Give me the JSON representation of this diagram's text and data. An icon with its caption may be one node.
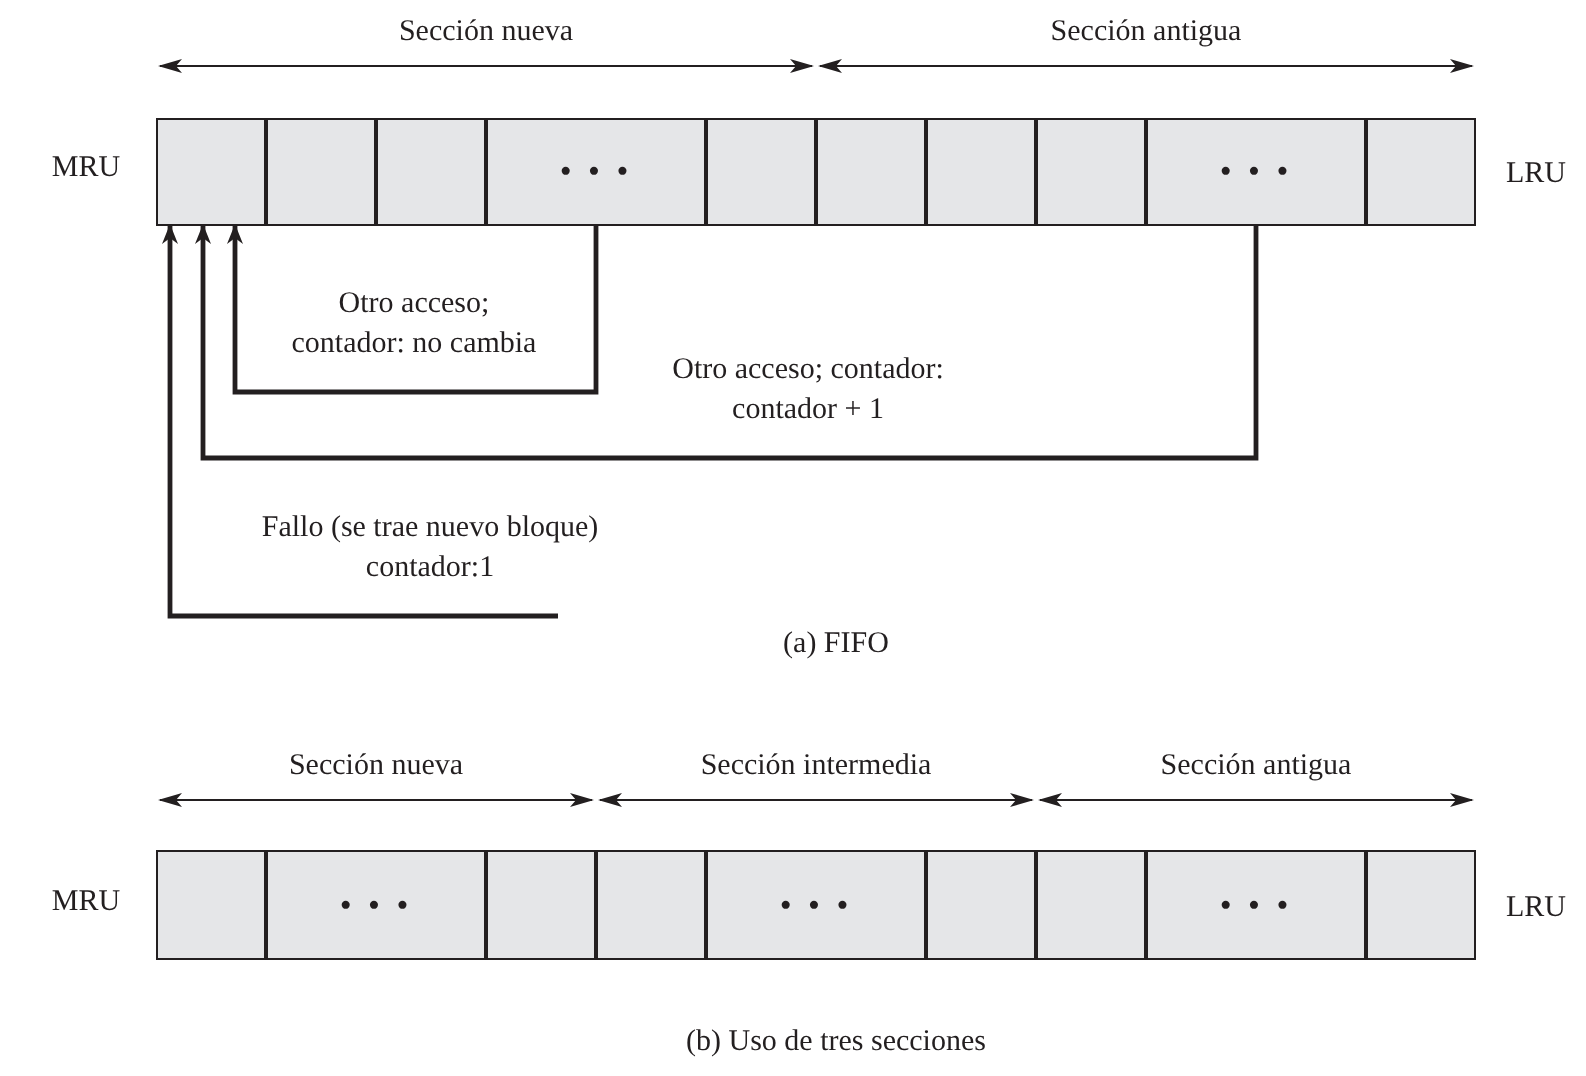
{
  "diagram": {
    "nodes": [
      {
        "text": [],
        "shape": "box",
        "beside": [
          "MRU"
        ]
      },
      {
        "text": [],
        "shape": "box"
      },
      {
        "text": [],
        "shape": "box"
      },
      {
        "text": [
          "• • •"
        ]
      },
      {
        "text": [],
        "shape": "box"
      },
      {
        "text": [],
        "shape": "box"
      },
      {
        "text": [],
        "shape": "box"
      },
      {
        "text": [],
        "shape": "box"
      },
      {
        "text": [
          "• • •"
        ]
      },
      {
        "text": [],
        "shape": "box",
        "beside": [
          "LRU"
        ]
      },
      {
        "text": [],
        "shape": "box",
        "beside": [
          "MRU"
        ]
      },
      {
        "text": [
          "• • •"
        ]
      },
      {
        "text": [],
        "shape": "box"
      },
      {
        "text": [],
        "shape": "box"
      },
      {
        "text": [
          "• • •"
        ]
      },
      {
        "text": [],
        "shape": "box"
      },
      {
        "text": [],
        "shape": "box"
      },
      {
        "text": [
          "• • •"
        ]
      },
      {
        "text": [],
        "shape": "box",
        "beside": [
          "LRU"
        ]
      }
    ],
    "edges": [
      {
        "from": 3,
        "to": 0,
        "arrow": "to",
        "label": "Otro acceso; contador: no cambia"
      },
      {
        "from": 8,
        "to": 0,
        "arrow": "to",
        "label": "Otro acceso; contador: contador + 1"
      },
      {
        "from": null,
        "to": 0,
        "arrow": "to",
        "label": "Fallo (se trae nuevo bloque) contador:1"
      }
    ],
    "labels": [
      "Sección nueva",
      "Sección antigua",
      "(a) FIFO",
      "Sección nueva",
      "Sección intermedia",
      "Sección antigua",
      "(b) Uso de tres secciones"
    ]
  }
}
